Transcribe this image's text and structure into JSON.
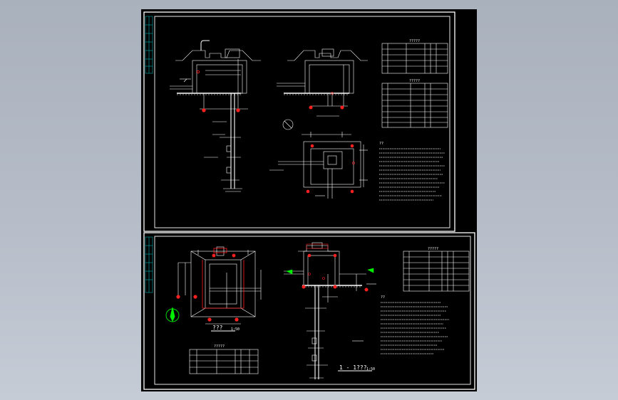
{
  "app": {
    "background": "#b4bcc7"
  },
  "colors": {
    "paper": "#000000",
    "line": "#ffffff",
    "accent_red": "#ff2020",
    "accent_green": "#00ee00",
    "accent_cyan": "#00d0d0"
  },
  "sheet_top": {
    "table1_title": "?????",
    "table2_title": "?????",
    "notes_head": "??"
  },
  "sheet_bottom": {
    "plan_title": "???",
    "plan_scale": "1:50",
    "section_title": "1 - 1???",
    "section_scale": "1:50",
    "table_title": "?????",
    "right_table_title": "?????",
    "notes_head": "??"
  }
}
